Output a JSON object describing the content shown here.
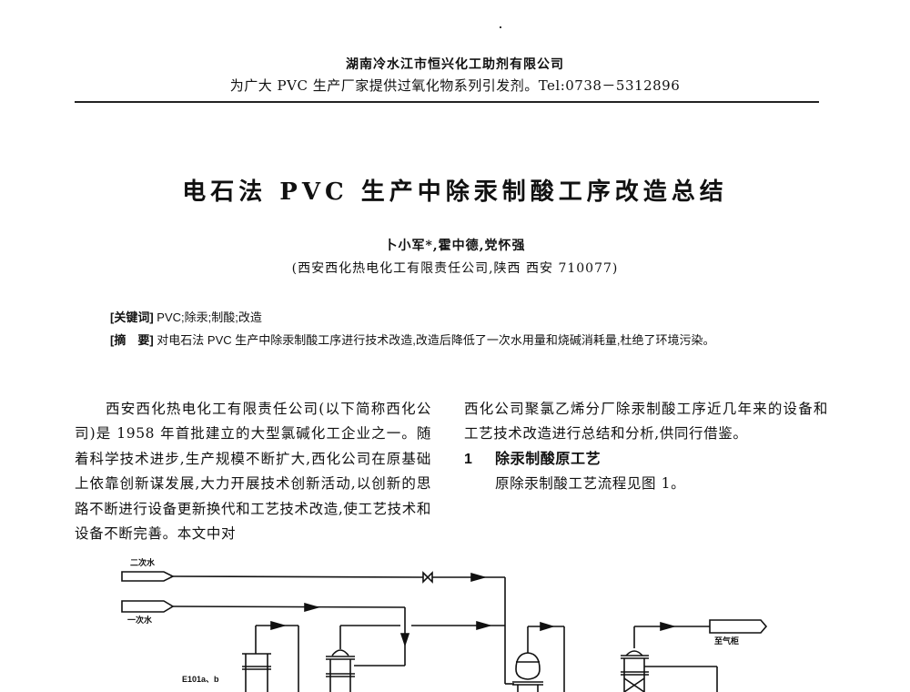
{
  "header": {
    "company": "湖南冷水江市恒兴化工助剂有限公司",
    "slogan": "为广大 PVC 生产厂家提供过氧化物系列引发剂。Tel:0738－5312896"
  },
  "article": {
    "title": "电石法 PVC 生产中除汞制酸工序改造总结",
    "authors": "卜小军*,霍中德,党怀强",
    "affiliation": "(西安西化热电化工有限责任公司,陕西 西安 710077)",
    "keywords_label": "[关键词]",
    "keywords": "PVC;除汞;制酸;改造",
    "abstract_label": "[摘　要]",
    "abstract": "对电石法 PVC 生产中除汞制酸工序进行技术改造,改造后降低了一次水用量和烧碱消耗量,杜绝了环境污染。"
  },
  "body": {
    "left_column": "西安西化热电化工有限责任公司(以下简称西化公司)是 1958 年首批建立的大型氯碱化工企业之一。随着科学技术进步,生产规模不断扩大,西化公司在原基础上依靠创新谋发展,大力开展技术创新活动,以创新的思路不断进行设备更新换代和工艺技术改造,使工艺技术和设备不断完善。本文中对",
    "right_column_intro": "西化公司聚氯乙烯分厂除汞制酸工序近几年来的设备和工艺技术改造进行总结和分析,供同行借鉴。",
    "section": {
      "number": "1",
      "title": "除汞制酸原工艺",
      "text": "原除汞制酸工艺流程见图 1。"
    }
  },
  "figure": {
    "labels": {
      "secondary_water": "二次水",
      "primary_water": "一次水",
      "to_gas_holder": "至气柜",
      "equipment_tag": "E101a、b"
    }
  }
}
